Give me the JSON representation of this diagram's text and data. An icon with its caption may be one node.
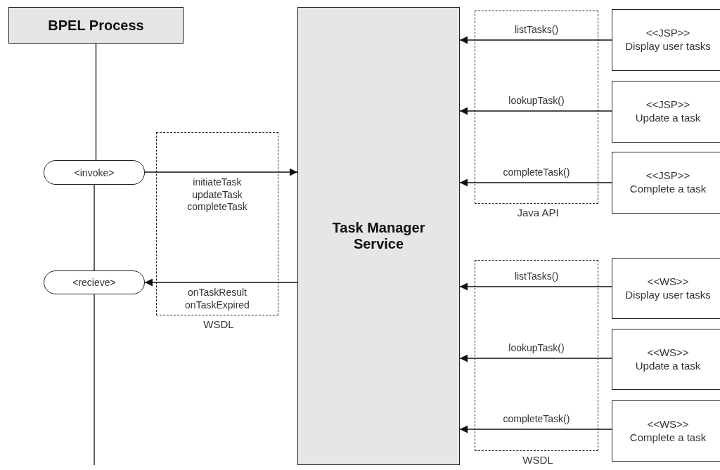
{
  "diagram": {
    "nodes": [
      {
        "text": [
          "BPEL Process"
        ]
      },
      {
        "text": [
          "<invoke>"
        ]
      },
      {
        "text": [
          "<recieve>"
        ]
      },
      {
        "text": [
          "Task Manager Service"
        ]
      },
      {
        "text": [
          "<<JSP>>",
          "Display user tasks"
        ]
      },
      {
        "text": [
          "<<JSP>>",
          "Update a task"
        ]
      },
      {
        "text": [
          "<<JSP>>",
          "Complete a task"
        ]
      },
      {
        "text": [
          "<<WS>>",
          "Display user tasks"
        ]
      },
      {
        "text": [
          "<<WS>>",
          "Update a task"
        ]
      },
      {
        "text": [
          "<<WS>>",
          "Complete a task"
        ]
      }
    ],
    "edges": [
      {
        "from": 0,
        "to": 1,
        "arrow": "none"
      },
      {
        "from": 1,
        "to": 2,
        "arrow": "none"
      },
      {
        "from": 2,
        "to": null,
        "arrow": "none"
      },
      {
        "from": 1,
        "to": 3,
        "arrow": "to",
        "label": "initiateTask updateTask completeTask"
      },
      {
        "from": 3,
        "to": 2,
        "arrow": "to",
        "label": "onTaskResult onTaskExpired"
      },
      {
        "from": 4,
        "to": 3,
        "arrow": "to",
        "label": "listTasks()"
      },
      {
        "from": 5,
        "to": 3,
        "arrow": "to",
        "label": "lookupTask()"
      },
      {
        "from": 6,
        "to": 3,
        "arrow": "to",
        "label": "completeTask()"
      },
      {
        "from": 7,
        "to": 3,
        "arrow": "to",
        "label": "listTasks()"
      },
      {
        "from": 8,
        "to": 3,
        "arrow": "to",
        "label": "lookupTask()"
      },
      {
        "from": 9,
        "to": 3,
        "arrow": "to",
        "label": "completeTask()"
      }
    ],
    "labels": [
      "Java API",
      "WSDL",
      "WSDL"
    ]
  }
}
